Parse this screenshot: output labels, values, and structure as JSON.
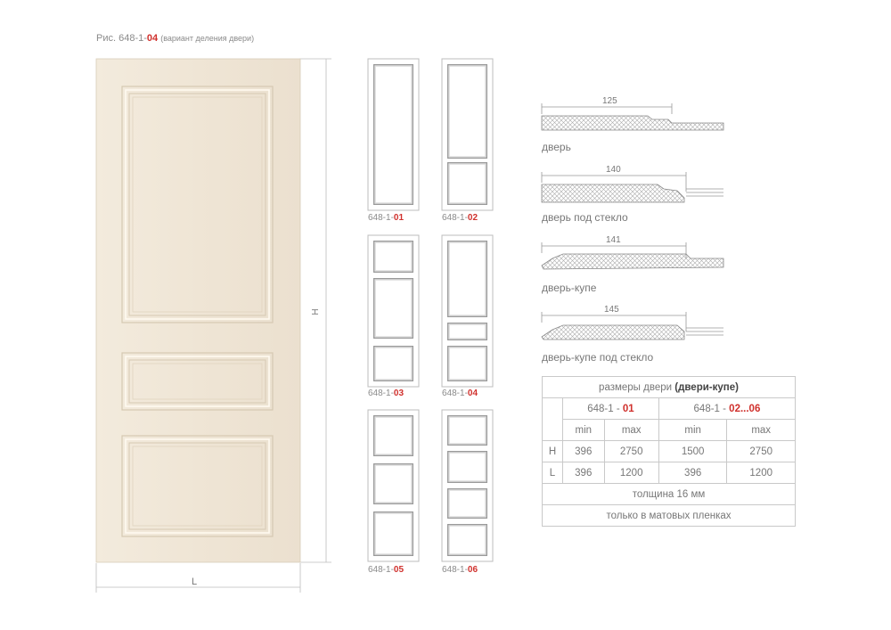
{
  "caption": {
    "prefix": "Рис. 648-1-",
    "code": "04",
    "note": "(вариант деления двери)"
  },
  "main_door": {
    "height_label": "H",
    "width_label": "L",
    "color": "#f0e6d6"
  },
  "variants": [
    {
      "prefix": "648-1-",
      "code": "01"
    },
    {
      "prefix": "648-1-",
      "code": "02"
    },
    {
      "prefix": "648-1-",
      "code": "03"
    },
    {
      "prefix": "648-1-",
      "code": "04"
    },
    {
      "prefix": "648-1-",
      "code": "05"
    },
    {
      "prefix": "648-1-",
      "code": "06"
    }
  ],
  "profiles": [
    {
      "width": "125",
      "label": "дверь"
    },
    {
      "width": "140",
      "label": "дверь под стекло"
    },
    {
      "width": "141",
      "label": "дверь-купе"
    },
    {
      "width": "145",
      "label": "дверь-купе под стекло"
    }
  ],
  "spec_table": {
    "title_plain": "размеры двери",
    "title_bold": "(двери-купе)",
    "group1": {
      "prefix": "648-1 - ",
      "code": "01"
    },
    "group2": {
      "prefix": "648-1 - ",
      "code": "02...06"
    },
    "min_label": "min",
    "max_label": "max",
    "rows": [
      {
        "dim": "H",
        "g1_min": "396",
        "g1_max": "2750",
        "g2_min": "1500",
        "g2_max": "2750"
      },
      {
        "dim": "L",
        "g1_min": "396",
        "g1_max": "1200",
        "g2_min": "396",
        "g2_max": "1200"
      }
    ],
    "thickness": "толщина 16 мм",
    "finish": "только в матовых пленках"
  },
  "colors": {
    "accent": "#d0312d",
    "panel_gray": "#9a9a9a",
    "line": "#c9c9c9"
  }
}
